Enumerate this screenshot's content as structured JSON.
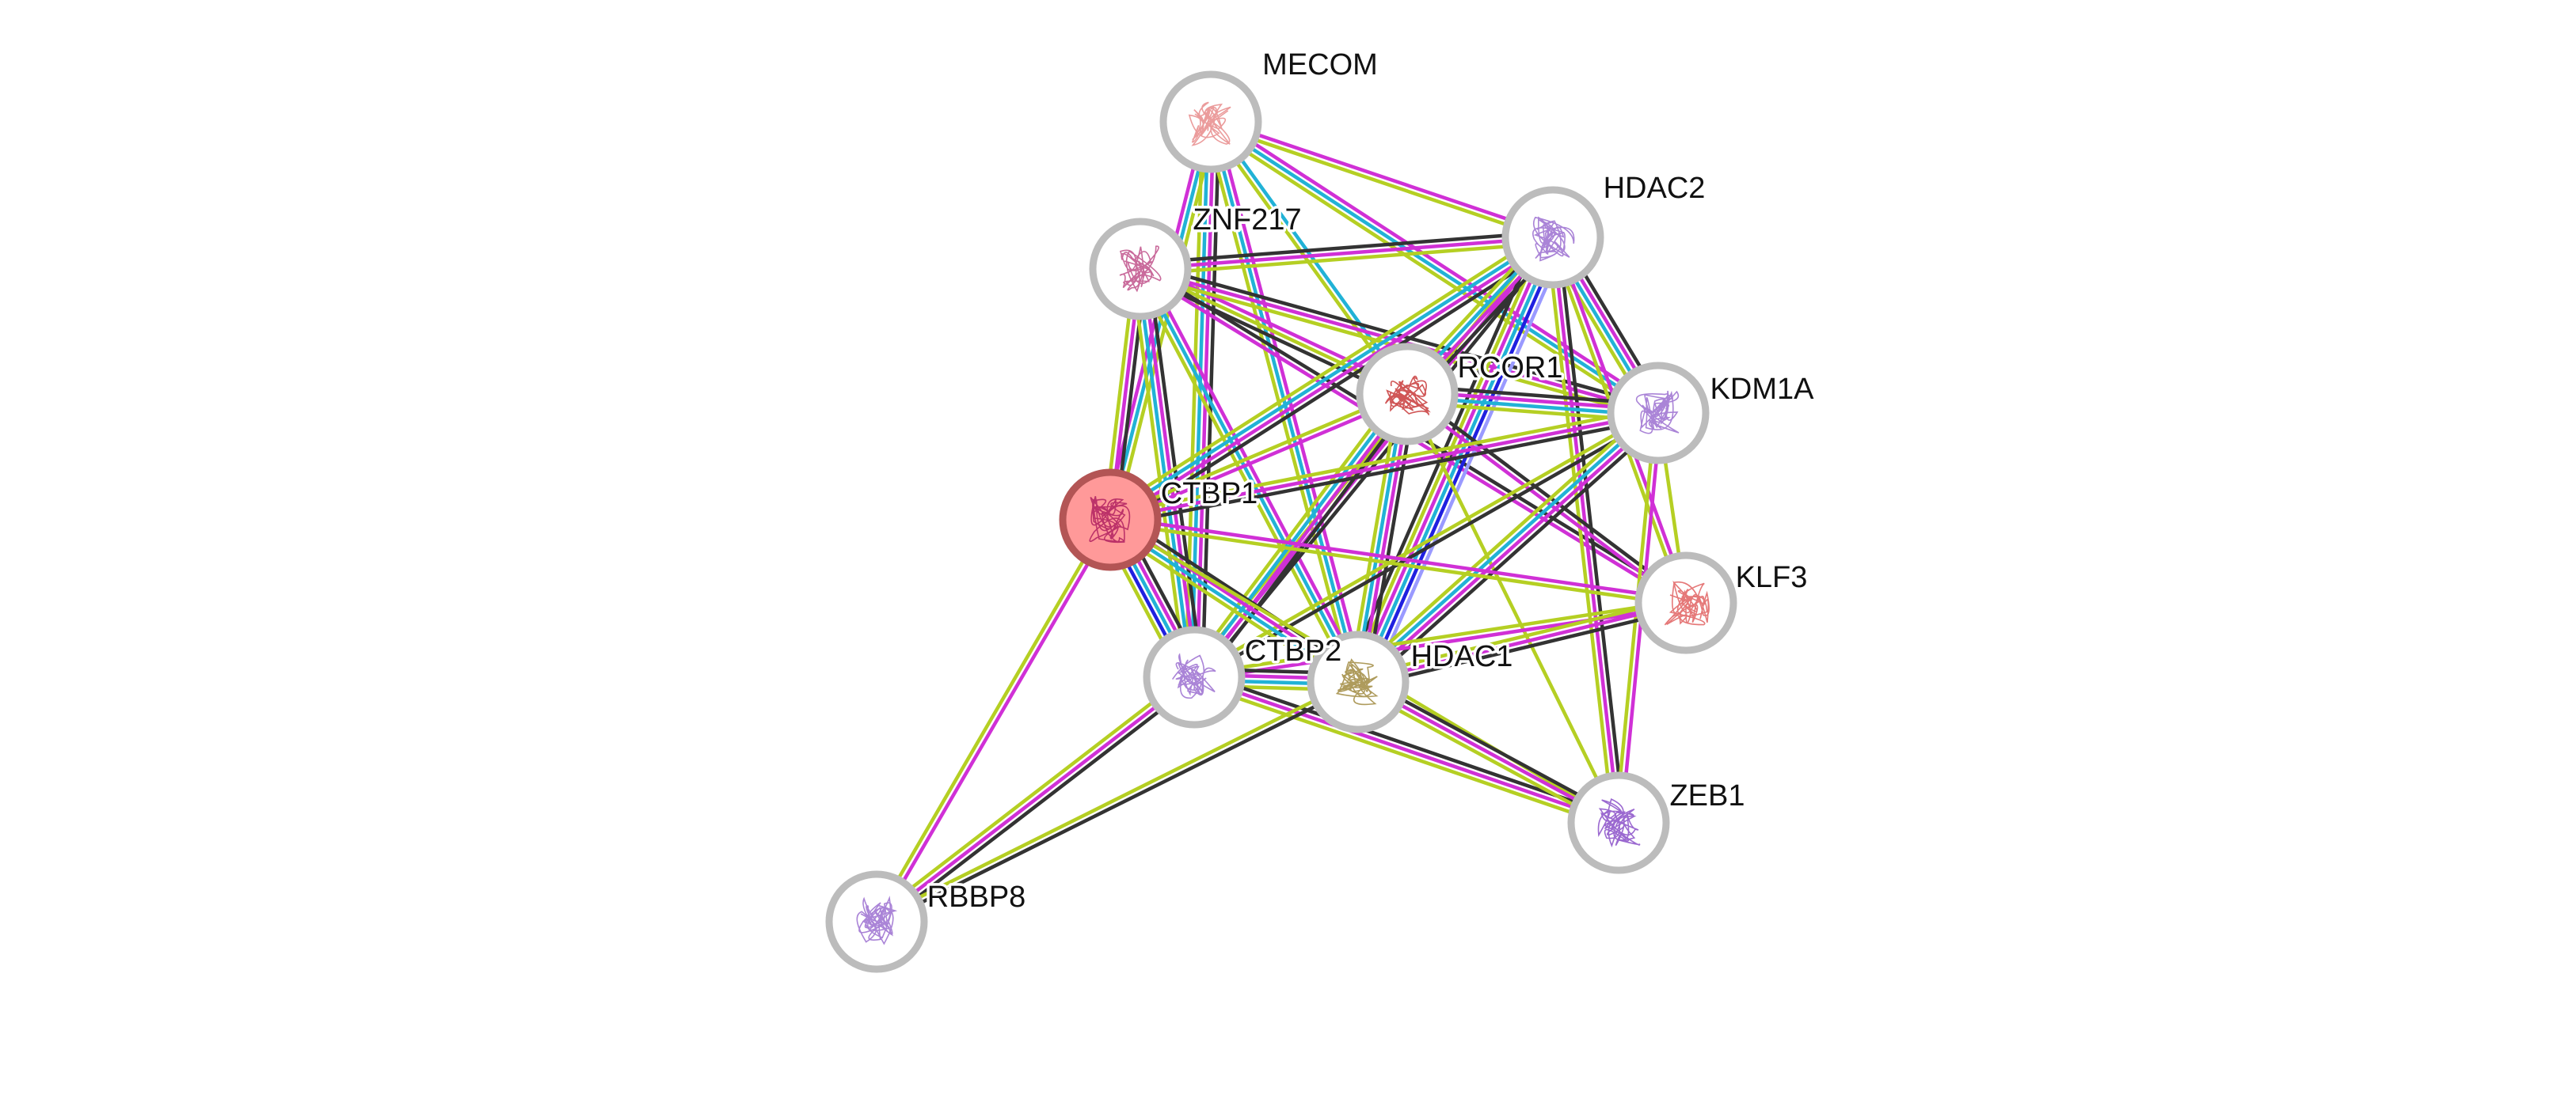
{
  "network": {
    "channel_colors": {
      "coexpression": "#333333",
      "experiments": "#d030d6",
      "textmining": "#b5cf23",
      "databases": "#21b2d6",
      "fusion": "#2020e0",
      "cooccurrence": "#9a9aff"
    },
    "query_node_color": "#ff9999",
    "query_node_border": "#b35555",
    "node_border": "#bcbcbc",
    "nodes": [
      {
        "id": "MECOM",
        "label": "MECOM",
        "structure_color": "#e88b8b"
      },
      {
        "id": "HDAC2",
        "label": "HDAC2",
        "structure_color": "#9b6fd0"
      },
      {
        "id": "ZNF217",
        "label": "ZNF217",
        "structure_color": "#c0508a"
      },
      {
        "id": "RCOR1",
        "label": "RCOR1",
        "structure_color": "#c83838"
      },
      {
        "id": "KDM1A",
        "label": "KDM1A",
        "structure_color": "#9b6fd0"
      },
      {
        "id": "CTBP1",
        "label": "CTBP1",
        "structure_color": "#b02060",
        "query": true
      },
      {
        "id": "KLF3",
        "label": "KLF3",
        "structure_color": "#e06060"
      },
      {
        "id": "CTBP2",
        "label": "CTBP2",
        "structure_color": "#9b6fd0"
      },
      {
        "id": "HDAC1",
        "label": "HDAC1",
        "structure_color": "#a08a40"
      },
      {
        "id": "ZEB1",
        "label": "ZEB1",
        "structure_color": "#8a4fc8"
      },
      {
        "id": "RBBP8",
        "label": "RBBP8",
        "structure_color": "#9b6fd0"
      }
    ],
    "edges": [
      {
        "a": "MECOM",
        "b": "HDAC2",
        "ch": [
          "experiments",
          "textmining"
        ]
      },
      {
        "a": "MECOM",
        "b": "CTBP1",
        "ch": [
          "textmining",
          "databases",
          "experiments"
        ]
      },
      {
        "a": "MECOM",
        "b": "CTBP2",
        "ch": [
          "coexpression",
          "experiments",
          "databases",
          "textmining"
        ]
      },
      {
        "a": "MECOM",
        "b": "RCOR1",
        "ch": [
          "databases",
          "textmining"
        ]
      },
      {
        "a": "MECOM",
        "b": "KDM1A",
        "ch": [
          "experiments",
          "databases",
          "textmining"
        ]
      },
      {
        "a": "MECOM",
        "b": "HDAC1",
        "ch": [
          "experiments",
          "databases",
          "textmining"
        ]
      },
      {
        "a": "ZNF217",
        "b": "HDAC2",
        "ch": [
          "coexpression",
          "experiments",
          "textmining"
        ]
      },
      {
        "a": "ZNF217",
        "b": "RCOR1",
        "ch": [
          "experiments",
          "textmining",
          "coexpression"
        ]
      },
      {
        "a": "ZNF217",
        "b": "KDM1A",
        "ch": [
          "coexpression",
          "experiments",
          "textmining"
        ]
      },
      {
        "a": "ZNF217",
        "b": "CTBP1",
        "ch": [
          "coexpression",
          "experiments",
          "textmining"
        ]
      },
      {
        "a": "ZNF217",
        "b": "CTBP2",
        "ch": [
          "coexpression",
          "experiments",
          "databases",
          "textmining"
        ]
      },
      {
        "a": "ZNF217",
        "b": "HDAC1",
        "ch": [
          "experiments",
          "databases",
          "textmining"
        ]
      },
      {
        "a": "ZNF217",
        "b": "KLF3",
        "ch": [
          "coexpression",
          "experiments"
        ]
      },
      {
        "a": "HDAC2",
        "b": "CTBP1",
        "ch": [
          "coexpression",
          "experiments",
          "databases",
          "textmining"
        ]
      },
      {
        "a": "HDAC2",
        "b": "CTBP2",
        "ch": [
          "coexpression",
          "experiments",
          "textmining"
        ]
      },
      {
        "a": "HDAC2",
        "b": "HDAC1",
        "ch": [
          "cooccurrence",
          "fusion",
          "databases",
          "experiments",
          "textmining",
          "coexpression"
        ]
      },
      {
        "a": "HDAC2",
        "b": "KDM1A",
        "ch": [
          "coexpression",
          "experiments",
          "databases",
          "textmining"
        ]
      },
      {
        "a": "HDAC2",
        "b": "KLF3",
        "ch": [
          "experiments",
          "textmining"
        ]
      },
      {
        "a": "HDAC2",
        "b": "ZEB1",
        "ch": [
          "coexpression",
          "experiments",
          "textmining"
        ]
      },
      {
        "a": "HDAC2",
        "b": "RCOR1",
        "ch": [
          "coexpression",
          "experiments",
          "databases",
          "textmining"
        ]
      },
      {
        "a": "RCOR1",
        "b": "KDM1A",
        "ch": [
          "coexpression",
          "experiments",
          "databases",
          "textmining"
        ]
      },
      {
        "a": "RCOR1",
        "b": "CTBP1",
        "ch": [
          "experiments",
          "textmining"
        ]
      },
      {
        "a": "RCOR1",
        "b": "CTBP2",
        "ch": [
          "coexpression",
          "experiments",
          "databases",
          "textmining"
        ]
      },
      {
        "a": "RCOR1",
        "b": "HDAC1",
        "ch": [
          "coexpression",
          "experiments",
          "databases",
          "textmining"
        ]
      },
      {
        "a": "RCOR1",
        "b": "KLF3",
        "ch": [
          "coexpression",
          "experiments"
        ]
      },
      {
        "a": "RCOR1",
        "b": "ZEB1",
        "ch": [
          "textmining"
        ]
      },
      {
        "a": "KDM1A",
        "b": "CTBP1",
        "ch": [
          "coexpression",
          "experiments",
          "textmining"
        ]
      },
      {
        "a": "KDM1A",
        "b": "CTBP2",
        "ch": [
          "coexpression",
          "textmining"
        ]
      },
      {
        "a": "KDM1A",
        "b": "HDAC1",
        "ch": [
          "coexpression",
          "experiments",
          "databases",
          "textmining"
        ]
      },
      {
        "a": "KDM1A",
        "b": "KLF3",
        "ch": [
          "textmining"
        ]
      },
      {
        "a": "KDM1A",
        "b": "ZEB1",
        "ch": [
          "experiments",
          "textmining"
        ]
      },
      {
        "a": "CTBP1",
        "b": "CTBP2",
        "ch": [
          "coexpression",
          "experiments",
          "databases",
          "fusion",
          "textmining"
        ]
      },
      {
        "a": "CTBP1",
        "b": "HDAC1",
        "ch": [
          "coexpression",
          "experiments",
          "databases",
          "textmining"
        ]
      },
      {
        "a": "CTBP1",
        "b": "KLF3",
        "ch": [
          "experiments",
          "textmining"
        ]
      },
      {
        "a": "CTBP1",
        "b": "RBBP8",
        "ch": [
          "experiments",
          "textmining"
        ]
      },
      {
        "a": "CTBP1",
        "b": "ZEB1",
        "ch": [
          "textmining"
        ]
      },
      {
        "a": "KLF3",
        "b": "CTBP2",
        "ch": [
          "experiments",
          "textmining"
        ]
      },
      {
        "a": "KLF3",
        "b": "HDAC1",
        "ch": [
          "coexpression",
          "experiments",
          "textmining"
        ]
      },
      {
        "a": "CTBP2",
        "b": "HDAC1",
        "ch": [
          "coexpression",
          "experiments",
          "databases",
          "textmining"
        ]
      },
      {
        "a": "CTBP2",
        "b": "ZEB1",
        "ch": [
          "coexpression",
          "experiments",
          "textmining"
        ]
      },
      {
        "a": "CTBP2",
        "b": "RBBP8",
        "ch": [
          "coexpression",
          "experiments",
          "textmining"
        ]
      },
      {
        "a": "HDAC1",
        "b": "ZEB1",
        "ch": [
          "coexpression",
          "experiments",
          "textmining"
        ]
      },
      {
        "a": "HDAC1",
        "b": "RBBP8",
        "ch": [
          "coexpression",
          "textmining"
        ]
      }
    ]
  }
}
